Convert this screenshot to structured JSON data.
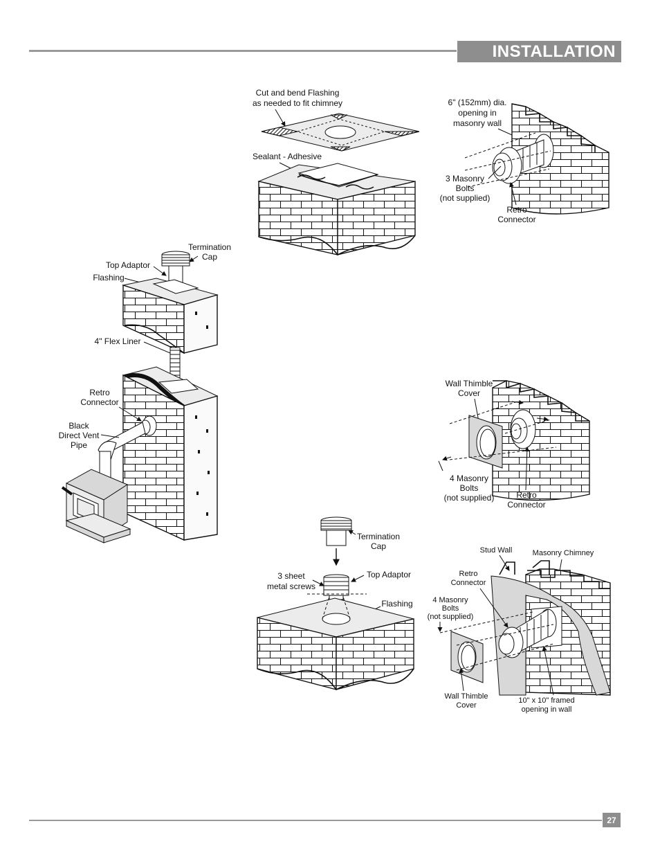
{
  "header": {
    "section_title": "INSTALLATION"
  },
  "footer": {
    "page_number": "27"
  },
  "figures": {
    "flashing": {
      "cut_bend": [
        "Cut and bend Flashing",
        "as needed to fit chimney"
      ],
      "sealant": "Sealant - Adhesive"
    },
    "masonry_wall": {
      "opening": [
        "6\" (152mm) dia.",
        "opening in",
        "masonry wall"
      ],
      "bolts": [
        "3 Masonry",
        "Bolts",
        "(not supplied)"
      ],
      "connector": [
        "Retro",
        "Connector"
      ]
    },
    "overview": {
      "termination_cap": [
        "Termination",
        "Cap"
      ],
      "top_adaptor": "Top Adaptor",
      "flashing": "Flashing",
      "flex_liner": "4\" Flex Liner",
      "retro_connector": [
        "Retro",
        "Connector"
      ],
      "pipe": [
        "Black",
        "Direct Vent",
        "Pipe"
      ]
    },
    "thimble": {
      "cover": [
        "Wall Thimble",
        "Cover"
      ],
      "bolts": [
        "4 Masonry",
        "Bolts",
        "(not supplied)"
      ],
      "connector": [
        "Retro",
        "Connector"
      ]
    },
    "cap_assembly": {
      "termination_cap": [
        "Termination",
        "Cap"
      ],
      "screws": [
        "3 sheet",
        "metal screws"
      ],
      "top_adaptor": "Top Adaptor",
      "flashing": "Flashing"
    },
    "stud_wall": {
      "stud_wall": "Stud Wall",
      "masonry_chimney": "Masonry Chimney",
      "connector": [
        "Retro",
        "Connector"
      ],
      "bolts": [
        "4 Masonry",
        "Bolts",
        "(not supplied)"
      ],
      "cover": [
        "Wall Thimble",
        "Cover"
      ],
      "opening": [
        "10\" x 10\" framed",
        "opening in wall"
      ]
    }
  }
}
